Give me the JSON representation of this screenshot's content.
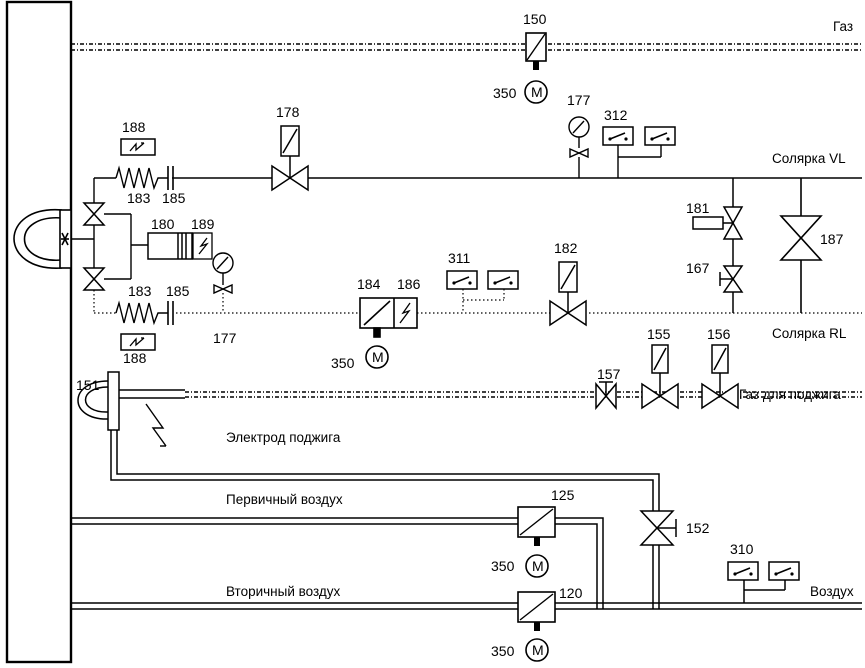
{
  "labels": {
    "gas": "Газ",
    "diesel_vl": "Солярка VL",
    "diesel_rl": "Солярка RL",
    "ignition_gas": "Газ для поджига",
    "ignition_electrode": "Электрод поджига",
    "primary_air": "Первичный воздух",
    "secondary_air": "Вторичный воздух",
    "air": "Воздух"
  },
  "numbers": {
    "n150": "150",
    "n350a": "350",
    "n350b": "350",
    "n350c": "350",
    "n350d": "350",
    "motor": "M",
    "n177a": "177",
    "n177b": "177",
    "n312": "312",
    "n178": "178",
    "n188a": "188",
    "n188b": "188",
    "n183a": "183",
    "n183b": "183",
    "n185a": "185",
    "n185b": "185",
    "n180": "180",
    "n189": "189",
    "n181": "181",
    "n167": "167",
    "n187": "187",
    "n311": "311",
    "n182": "182",
    "n184": "184",
    "n186": "186",
    "n151": "151",
    "n157": "157",
    "n155": "155",
    "n156": "156",
    "n125": "125",
    "n152": "152",
    "n310": "310",
    "n120": "120"
  }
}
